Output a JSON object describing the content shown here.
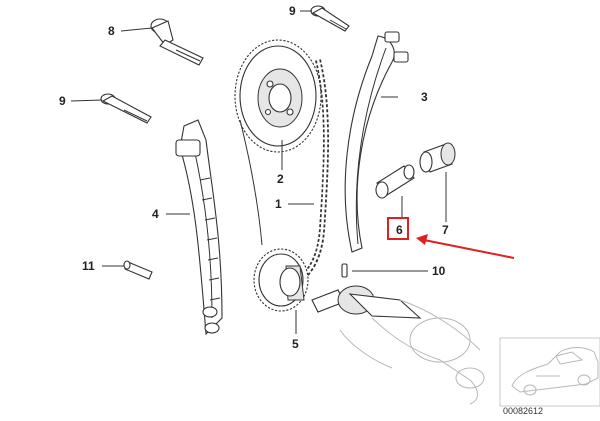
{
  "diagram": {
    "callouts": {
      "c1": "1",
      "c2": "2",
      "c3": "3",
      "c4": "4",
      "c5": "5",
      "c6": "6",
      "c7": "7",
      "c8": "8",
      "c9a": "9",
      "c9b": "9",
      "c10": "10",
      "c11": "11"
    },
    "reference_number": "00082612",
    "highlight": {
      "callout": "6",
      "color": "#e02020"
    },
    "colors": {
      "line": "#333333",
      "highlight": "#e02020"
    }
  }
}
